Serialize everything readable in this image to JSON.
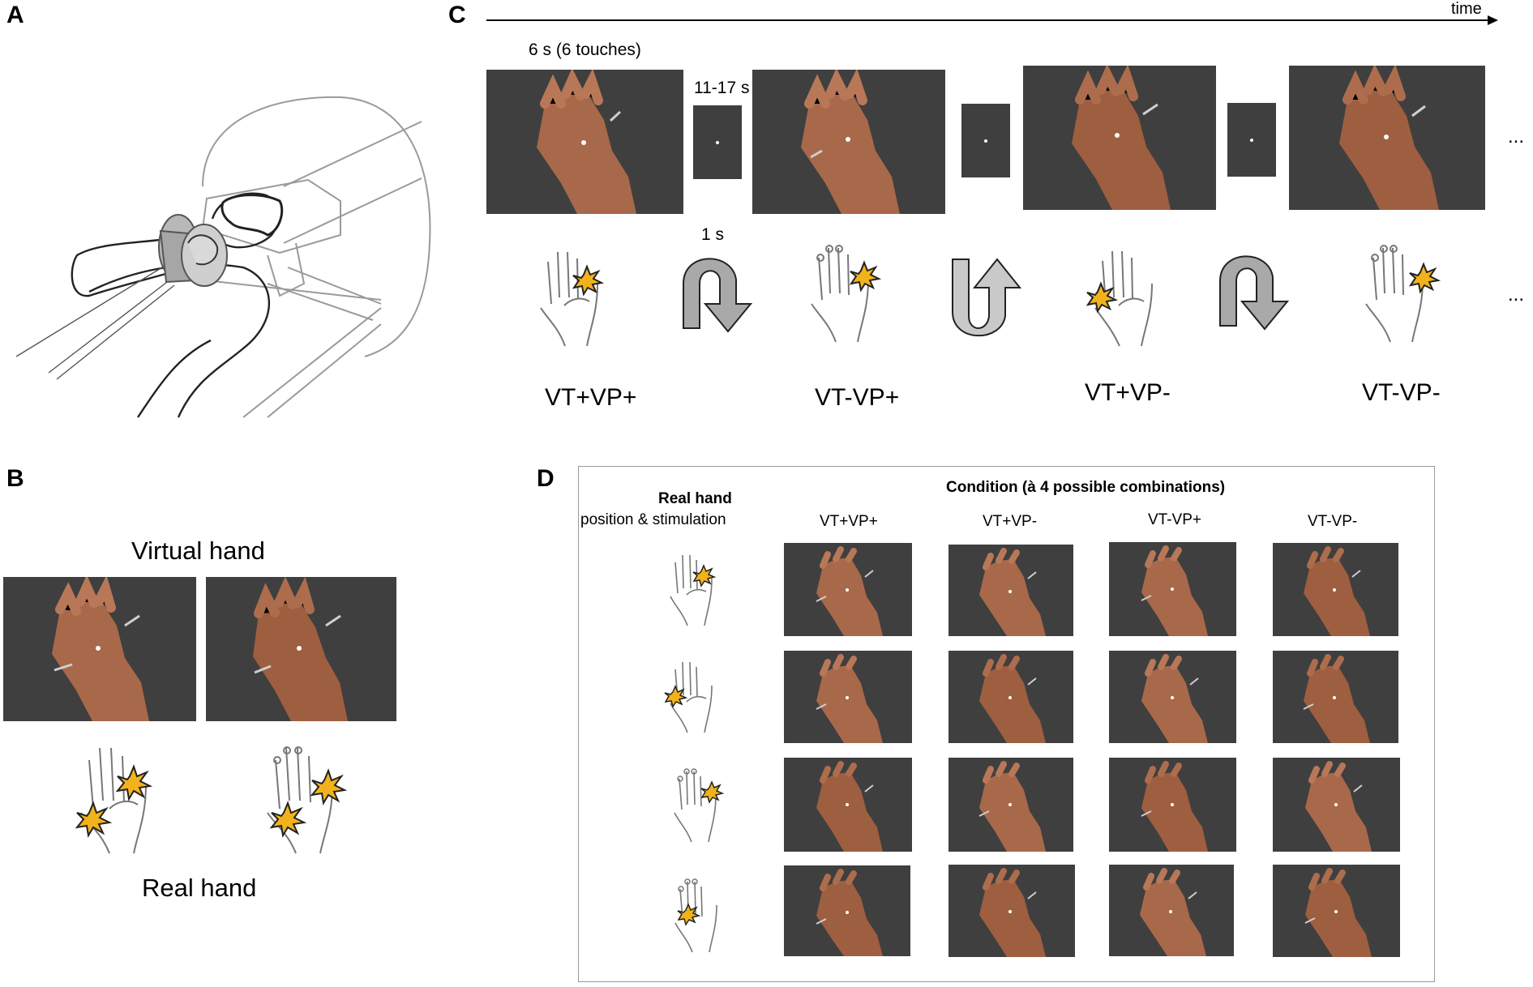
{
  "panels": {
    "a": "A",
    "b": "B",
    "c": "C",
    "d": "D"
  },
  "panel_b": {
    "virtual_hand_label": "Virtual hand",
    "real_hand_label": "Real hand"
  },
  "panel_c": {
    "time_label": "time",
    "duration_label": "6 s (6 touches)",
    "iti_label": "11-17 s",
    "switch_label": "1 s",
    "ellipsis": "...",
    "conditions": [
      "VT+VP+",
      "VT-VP+",
      "VT+VP-",
      "VT-VP-"
    ]
  },
  "panel_d": {
    "row_header_bold": "Real hand",
    "row_header_sub": "position & stimulation",
    "title": "Condition (à 4 possible combinations)",
    "columns": [
      "VT+VP+",
      "VT+VP-",
      "VT-VP+",
      "VT-VP-"
    ]
  },
  "colors": {
    "screen_bg": "#3f3f3f",
    "skin": "#a8684a",
    "star_fill": "#f2b21b",
    "arrow_fill": "#a9a9a9"
  }
}
